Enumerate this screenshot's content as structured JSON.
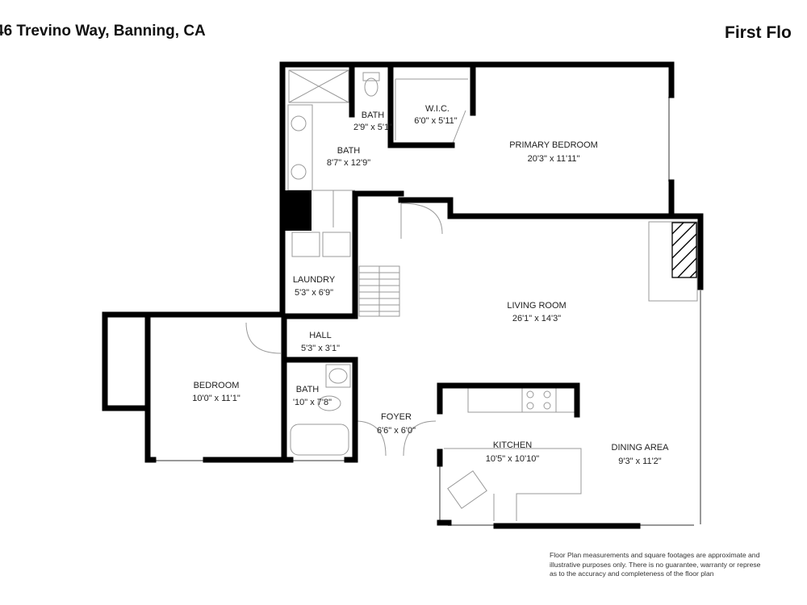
{
  "header": {
    "address": "46 Trevino Way, Banning, CA",
    "floor_title": "First Flo"
  },
  "rooms": {
    "bath_small": {
      "name": "BATH",
      "dims": "2'9\" x 5'1\""
    },
    "wic": {
      "name": "W.I.C.",
      "dims": "6'0\" x 5'11\""
    },
    "primary_bedroom": {
      "name": "PRIMARY BEDROOM",
      "dims": "20'3\" x 11'11\""
    },
    "bath_main": {
      "name": "BATH",
      "dims": "8'7\" x 12'9\""
    },
    "laundry": {
      "name": "LAUNDRY",
      "dims": "5'3\" x 6'9\""
    },
    "living_room": {
      "name": "LIVING ROOM",
      "dims": "26'1\" x 14'3\""
    },
    "hall": {
      "name": "HALL",
      "dims": "5'3\" x 3'1\""
    },
    "bedroom": {
      "name": "BEDROOM",
      "dims": "10'0\" x 11'1\""
    },
    "bath_hall": {
      "name": "BATH",
      "dims": "'10\" x 7'8\""
    },
    "foyer": {
      "name": "FOYER",
      "dims": "6'6\" x 6'0\""
    },
    "kitchen": {
      "name": "KITCHEN",
      "dims": "10'5\" x 10'10\""
    },
    "dining_area": {
      "name": "DINING AREA",
      "dims": "9'3\" x 11'2\""
    }
  },
  "disclaimer": {
    "line1": "Floor Plan measurements and square footages are approximate and",
    "line2": "illustrative purposes only. There is no guarantee, warranty or represe",
    "line3": "as to the accuracy and completeness of the floor plan"
  }
}
